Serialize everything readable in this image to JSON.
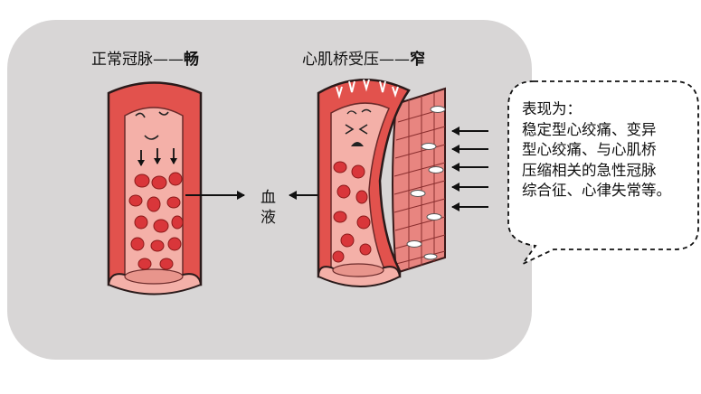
{
  "left_vessel": {
    "title": "正常冠脉——",
    "title_bold": "畅"
  },
  "right_vessel": {
    "title": "心肌桥受压——",
    "title_bold": "窄"
  },
  "blood_label": {
    "line1": "血",
    "line2": "液"
  },
  "callout": {
    "lines": [
      "表现为：",
      "稳定型心绞痛、变异",
      "型心绞痛、与心肌桥",
      "压缩相关的急性冠脉",
      "综合征、心律失常等。"
    ]
  },
  "colors": {
    "panel": "#d8d6d6",
    "vessel_wall": "#e2524d",
    "vessel_interior": "#f4b0a8",
    "blood_cell": "#d9363a",
    "muscle": "#e88580"
  }
}
